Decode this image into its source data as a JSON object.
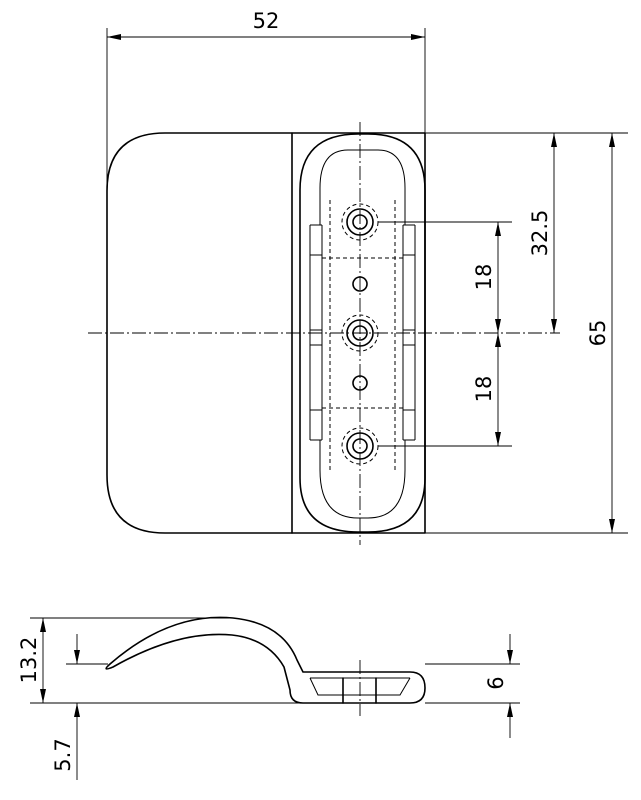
{
  "dimensions": {
    "overall_width": "52",
    "overall_height": "65",
    "center_offset": "32.5",
    "hole_pitch_upper": "18",
    "hole_pitch_lower": "18",
    "side_height": "13.2",
    "side_lip": "5.7",
    "side_base": "6"
  }
}
